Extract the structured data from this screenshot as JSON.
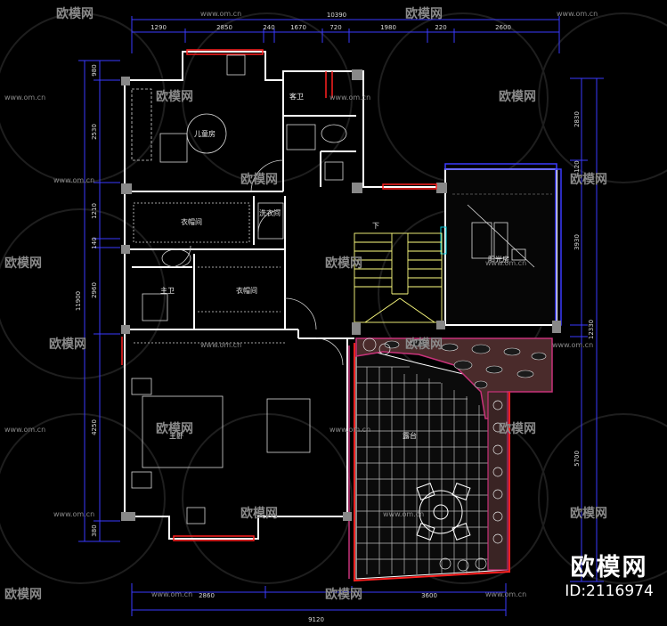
{
  "top_dims": {
    "total": "10390",
    "segments": [
      "1290",
      "2850",
      "240",
      "1670",
      "720",
      "1980",
      "220",
      "2600"
    ]
  },
  "bottom_dims": {
    "total": "9120",
    "segments": [
      "2860",
      "3600"
    ]
  },
  "left_dims": {
    "total": "11900",
    "segments": [
      "980",
      "2530",
      "1210",
      "140",
      "2960",
      "4250",
      "380"
    ]
  },
  "right_dims": {
    "total": "12330",
    "segments": [
      "2830",
      "3930",
      "120",
      "5700"
    ]
  },
  "rooms": {
    "child": "儿童房",
    "guest_bath": "客卫",
    "dress": "衣帽间",
    "laundry": "洗衣间",
    "master_bath": "主卫",
    "closet": "衣帽间",
    "master_bed": "主卧",
    "sunroom": "阳光房",
    "terrace": "露台",
    "stair_down": "下"
  },
  "watermark": {
    "brand": "欧模网",
    "url": "www.om.cn"
  },
  "brand": {
    "name": "欧模网",
    "id": "ID:2116974"
  },
  "colors": {
    "wall": "#ffffff",
    "dim": "#3a3aff",
    "window": "#ff2020",
    "stair": "#ffff80",
    "terrace_tile": "#ffffff",
    "terrace_edge": "#c8327a"
  }
}
